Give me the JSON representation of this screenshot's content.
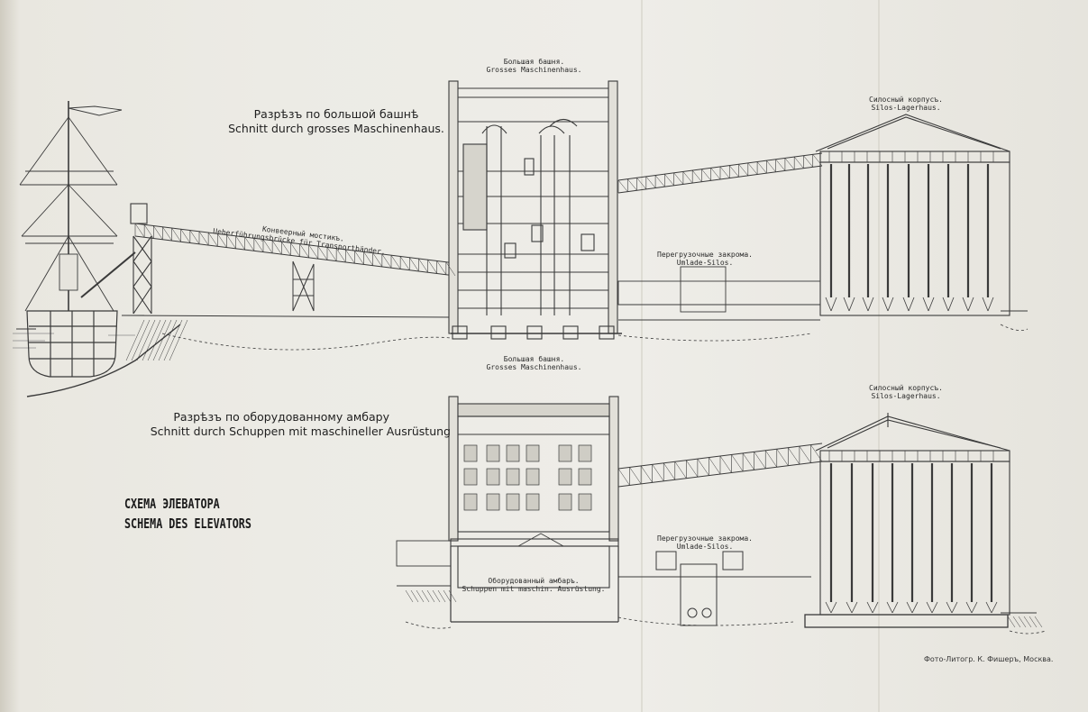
{
  "upper_section": {
    "title_ru": "Разрѣзъ по большой башнѣ",
    "title_de": "Schnitt durch grosses Maschinenhaus.",
    "tower_label_ru": "Большая башня.",
    "tower_label_de": "Grosses Maschinenhaus.",
    "silo_label_ru": "Силосный корпусъ.",
    "silo_label_de": "Silos-Lagerhaus.",
    "bridge_label_ru": "Конвеерный мостикъ.",
    "bridge_label_de": "Ueberführungsbrücke für Transportbänder.",
    "transfer_label_ru": "Перегрузочные закрома.",
    "transfer_label_de": "Umlade-Silos."
  },
  "lower_section": {
    "title_ru": "Разрѣзъ по оборудованному амбару",
    "title_de": "Schnitt durch Schuppen mit maschineller Ausrüstung",
    "tower_label_ru": "Большая башня.",
    "tower_label_de": "Grosses Maschinenhaus.",
    "silo_label_ru": "Силосный корпусъ.",
    "silo_label_de": "Silos-Lagerhaus.",
    "shed_label_ru": "Оборудованный амбаръ.",
    "shed_label_de": "Schuppen mit maschin. Ausrüstung.",
    "transfer_label_ru": "Перегрузочные закрома.",
    "transfer_label_de": "Umlade-Silos."
  },
  "schema_title_ru": "СХЕМА ЭЛЕВАТОРА",
  "schema_title_de": "SCHEMA DES ELEVATORS",
  "credit": "Фото-Литогр. К. Фишеръ, Москва.",
  "ink_color": "#3a3a3a"
}
